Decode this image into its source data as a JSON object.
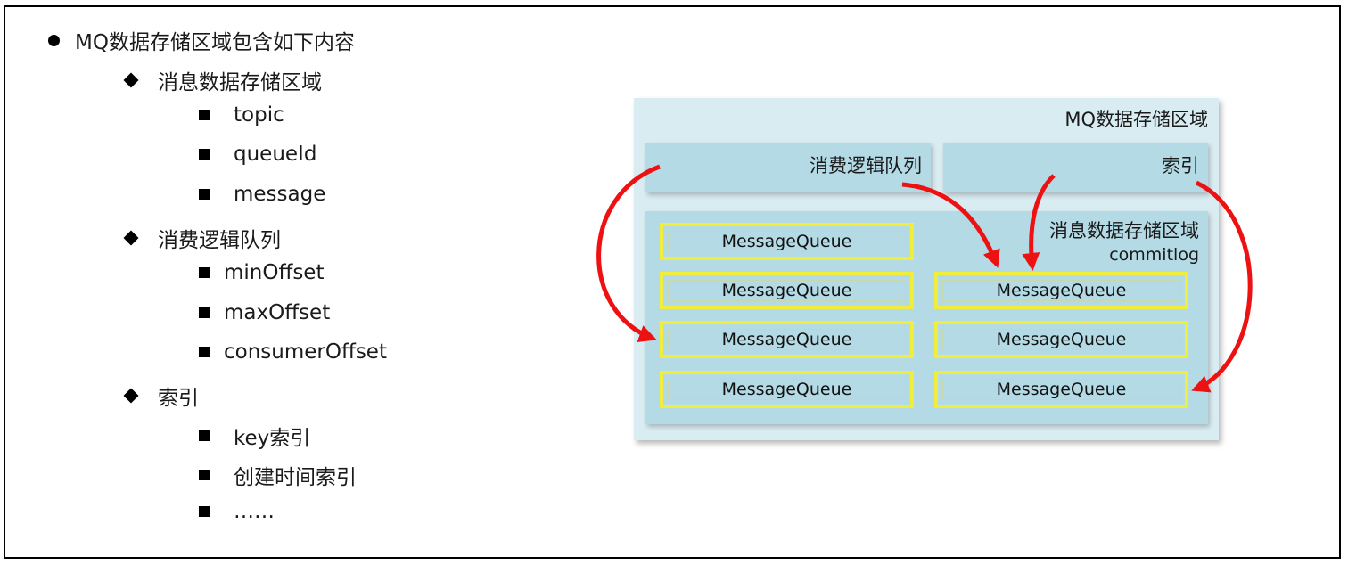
{
  "bullets": [
    {
      "level": 1,
      "marker": "dot",
      "text": "MQ数据存储区域包含如下内容"
    },
    {
      "level": 2,
      "marker": "diamond",
      "text": "消息数据存储区域"
    },
    {
      "level": 3,
      "marker": "square",
      "text": "topic"
    },
    {
      "level": 3,
      "marker": "square",
      "text": "queueId"
    },
    {
      "level": 3,
      "marker": "square",
      "text": "message"
    },
    {
      "level": 2,
      "marker": "diamond",
      "text": "消费逻辑队列"
    },
    {
      "level": 3,
      "marker": "square",
      "text": "minOffset"
    },
    {
      "level": 3,
      "marker": "square",
      "text": "maxOffset"
    },
    {
      "level": 3,
      "marker": "square",
      "text": "consumerOffset"
    },
    {
      "level": 2,
      "marker": "diamond",
      "text": "索引"
    },
    {
      "level": 3,
      "marker": "square",
      "text": "key索引"
    },
    {
      "level": 3,
      "marker": "square",
      "text": "创建时间索引"
    },
    {
      "level": 3,
      "marker": "square",
      "text": "……"
    }
  ],
  "diagram": {
    "outer_title": "MQ数据存储区域",
    "consume_queue_title": "消费逻辑队列",
    "index_title": "索引",
    "message_area_title": "消息数据存储区域",
    "message_area_subtitle": "commitlog",
    "queue_label": "MessageQueue",
    "colors": {
      "outer_bg": "#d9ecf2",
      "panel_bg": "#b3dae5",
      "queue_border": "#f0ee3a",
      "arrow": "#ee1111"
    }
  }
}
